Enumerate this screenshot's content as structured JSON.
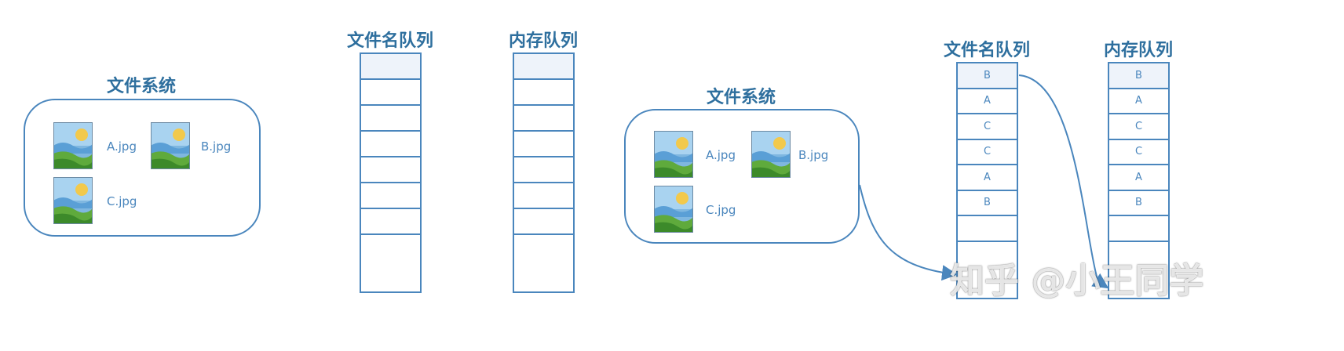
{
  "left": {
    "fs_title": "文件系统",
    "files": [
      "A.jpg",
      "B.jpg",
      "C.jpg"
    ],
    "filename_queue_title": "文件名队列",
    "memory_queue_title": "内存队列",
    "filename_queue_cells": [
      "",
      "",
      "",
      "",
      "",
      "",
      "",
      ""
    ],
    "memory_queue_cells": [
      "",
      "",
      "",
      "",
      "",
      "",
      "",
      ""
    ]
  },
  "right": {
    "fs_title": "文件系统",
    "files": [
      "A.jpg",
      "B.jpg",
      "C.jpg"
    ],
    "filename_queue_title": "文件名队列",
    "memory_queue_title": "内存队列",
    "filename_queue_cells": [
      "B",
      "A",
      "C",
      "C",
      "A",
      "B",
      "",
      ""
    ],
    "memory_queue_cells": [
      "B",
      "A",
      "C",
      "C",
      "A",
      "B",
      "",
      ""
    ]
  },
  "colors": {
    "line": "#4a86bd",
    "title": "#2e6f9e",
    "cell_first_fill": "#eef3fa"
  },
  "watermark": "知乎 @小王同学"
}
